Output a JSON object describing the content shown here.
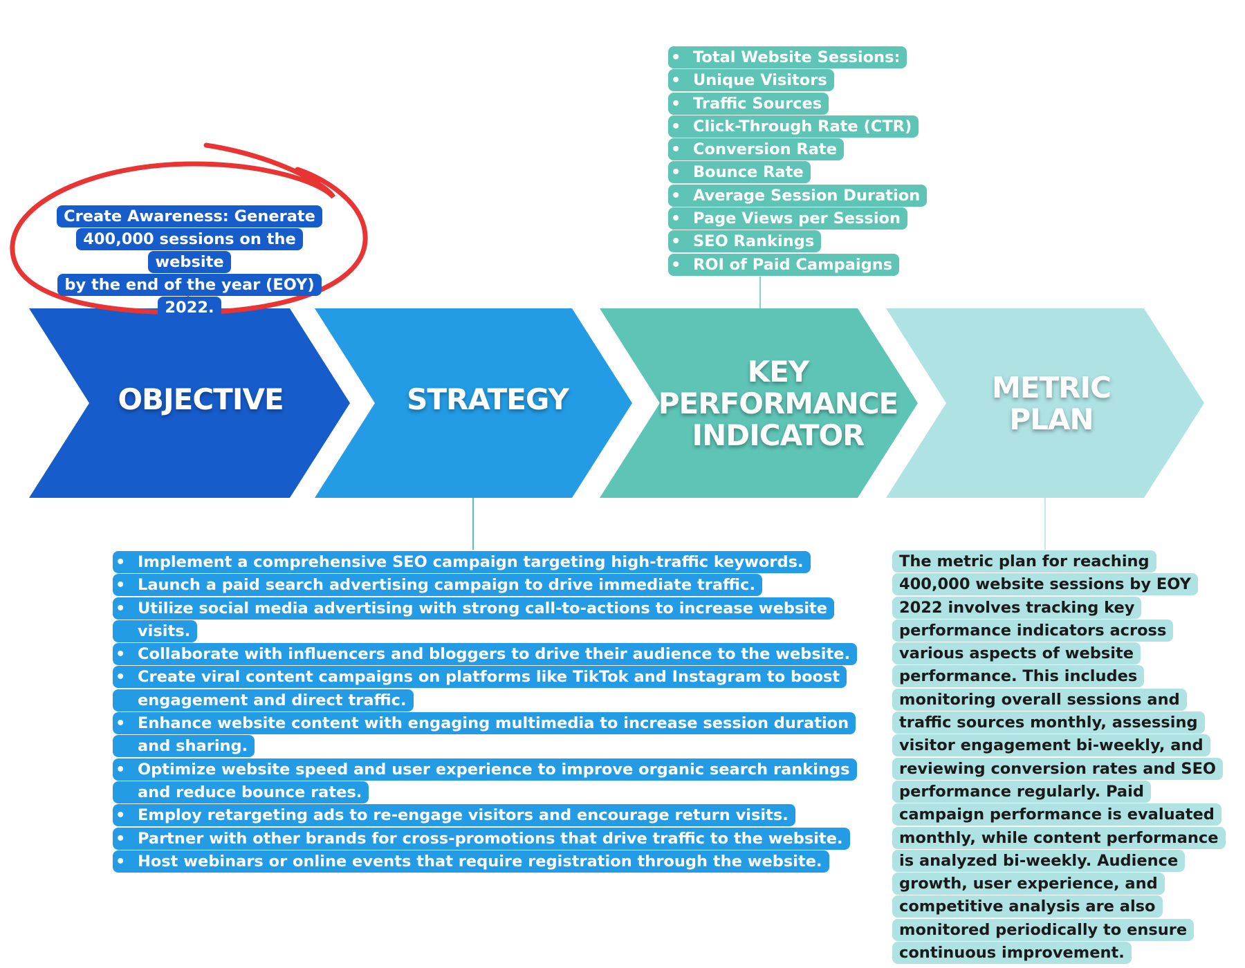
{
  "colors": {
    "objective": "#175CCB",
    "strategy": "#239CE5",
    "kpi": "#5EC5B6",
    "metric": "#AEE2E3",
    "highlight_circle": "#E93434",
    "metric_text": "#1A1A1A"
  },
  "chevrons": [
    {
      "id": "objective",
      "lines": [
        "OBJECTIVE"
      ]
    },
    {
      "id": "strategy",
      "lines": [
        "STRATEGY"
      ]
    },
    {
      "id": "kpi",
      "lines": [
        "KEY",
        "PERFORMANCE",
        "INDICATOR"
      ]
    },
    {
      "id": "metric",
      "lines": [
        "METRIC",
        "PLAN"
      ]
    }
  ],
  "objective_box": {
    "lines": [
      "Create Awareness: Generate",
      "400,000 sessions on the website",
      "by the end of the year (EOY) 2022."
    ]
  },
  "kpi_list": [
    "Total Website Sessions:",
    "Unique Visitors",
    "Traffic Sources",
    "Click-Through Rate (CTR)",
    "Conversion Rate",
    "Bounce Rate",
    "Average Session Duration",
    "Page Views per Session",
    "SEO Rankings",
    "ROI of Paid Campaigns"
  ],
  "strategy_list": [
    "Implement a comprehensive SEO campaign targeting high-traffic keywords.",
    "Launch a paid search advertising campaign to drive immediate traffic.",
    "Utilize social media advertising with strong call-to-actions to increase website visits.",
    "Collaborate with influencers and bloggers to drive their audience to the website.",
    "Create viral content campaigns on platforms like TikTok and Instagram to boost engagement and direct traffic.",
    "Enhance website content with engaging multimedia to increase session duration and sharing.",
    "Optimize website speed and user experience to improve organic search rankings and reduce bounce rates.",
    "Employ retargeting ads to re-engage visitors and encourage return visits.",
    "Partner with other brands for cross-promotions that drive traffic to the website.",
    "Host webinars or online events that require registration through the website."
  ],
  "metric_plan": {
    "text": "The metric plan for reaching 400,000 website sessions by EOY 2022 involves tracking key performance indicators across various aspects of website performance. This includes monitoring overall sessions and traffic sources monthly, assessing visitor engagement bi-weekly, and reviewing conversion rates and SEO performance regularly. Paid campaign performance is evaluated monthly, while content performance is analyzed bi-weekly. Audience growth, user experience, and competitive analysis are also monitored periodically to ensure continuous improvement."
  }
}
